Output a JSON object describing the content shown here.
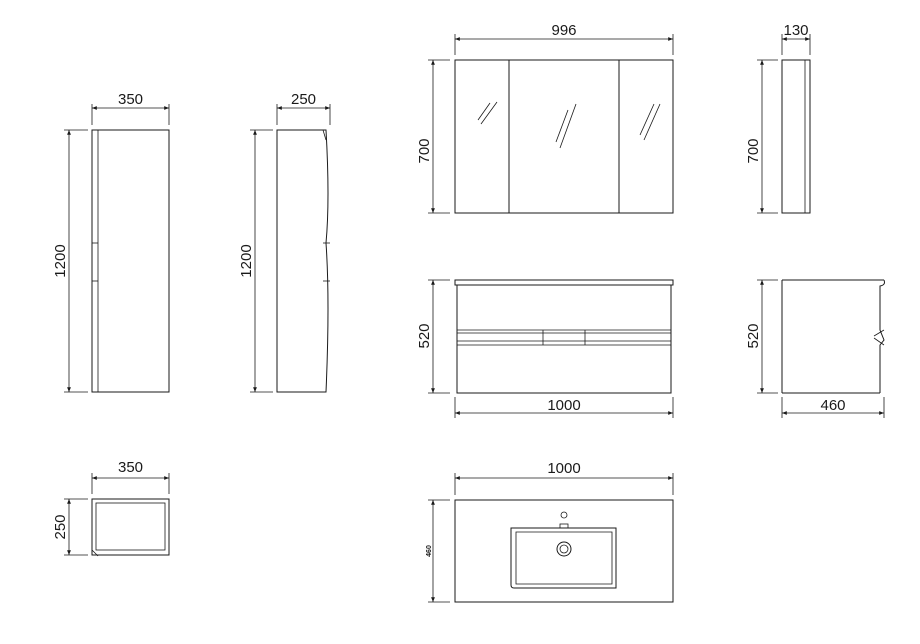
{
  "dimensions": {
    "tall_cabinet_width": "350",
    "tall_cabinet_height": "1200",
    "tall_cabinet_side_depth": "250",
    "tall_cabinet_side_height": "1200",
    "mirror_cabinet_width": "996",
    "mirror_cabinet_height": "700",
    "mirror_cabinet_depth": "130",
    "mirror_cabinet_side_height": "700",
    "vanity_height": "520",
    "vanity_width": "1000",
    "vanity_side_height": "520",
    "vanity_depth": "460",
    "tall_cabinet_plan_width": "350",
    "tall_cabinet_plan_depth": "250",
    "basin_top_width": "1000",
    "basin_top_depth": "460"
  }
}
